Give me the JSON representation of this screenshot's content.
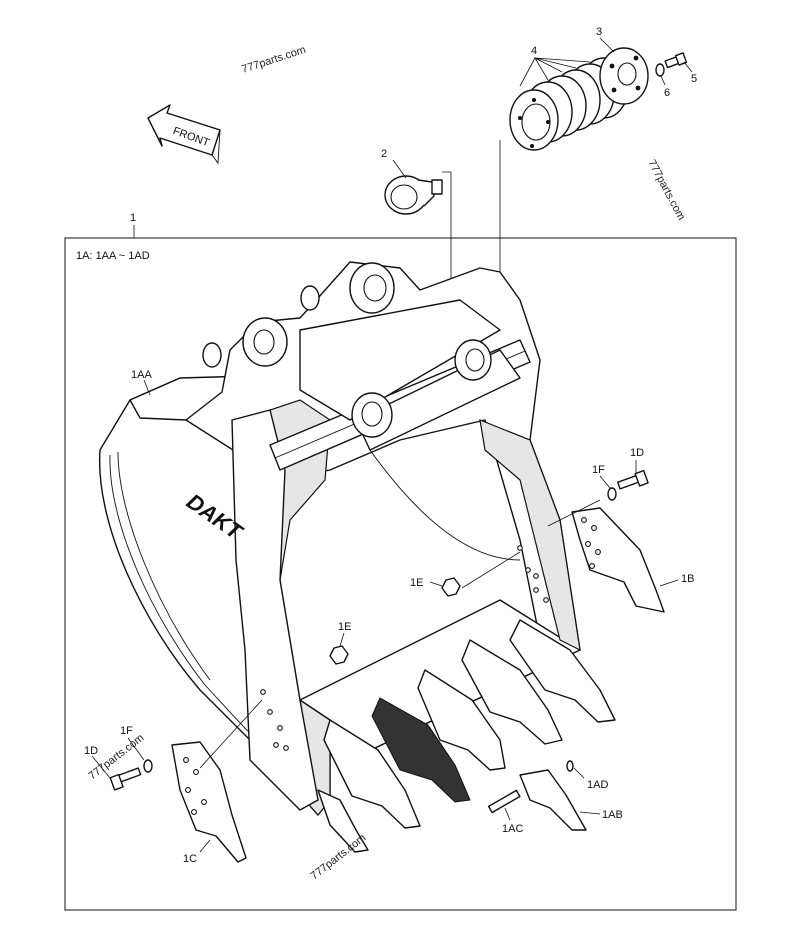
{
  "header_note": "1A: 1AA ~ 1AD",
  "direction_arrow": {
    "label": "FRONT"
  },
  "brand_logo": {
    "text": "DAKT"
  },
  "watermarks": [
    "777parts.com",
    "777parts.com",
    "777parts.com",
    "777parts.com"
  ],
  "callouts": {
    "p1": "1",
    "p2": "2",
    "p3": "3",
    "p4": "4",
    "p5": "5",
    "p6": "6",
    "p1AA": "1AA",
    "p1AB": "1AB",
    "p1AC": "1AC",
    "p1AD_right": "1AD",
    "p1B": "1B",
    "p1C": "1C",
    "p1D_right": "1D",
    "p1D_left": "1D",
    "p1E_right": "1E",
    "p1E_left": "1E",
    "p1F_right": "1F",
    "p1F_left": "1F"
  }
}
